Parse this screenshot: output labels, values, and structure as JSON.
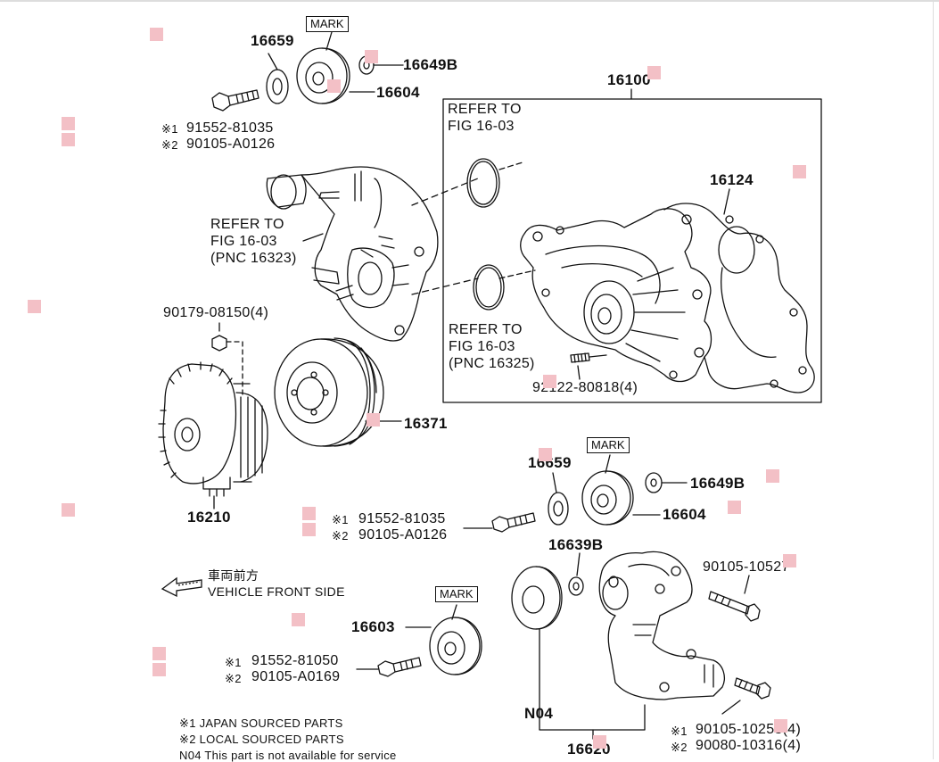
{
  "labels": {
    "p16659_top": "16659",
    "p16649b_top": "16649B",
    "p16604_top": "16604",
    "b1_top_1": "91552-81035",
    "b1_top_2": "90105-A0126",
    "p16100": "16100",
    "refer_fig_top_a": "REFER TO",
    "refer_fig_top_b": "FIG 16-03",
    "p16124": "16124",
    "refer_left_a": "REFER TO",
    "refer_left_b": "FIG 16-03",
    "refer_left_c": "(PNC 16323)",
    "p90179": "90179-08150(4)",
    "refer_bot_a": "REFER TO",
    "refer_bot_b": "FIG 16-03",
    "refer_bot_c": "(PNC 16325)",
    "p92122": "92122-80818(4)",
    "p16371": "16371",
    "p16210": "16210",
    "p16659_mid": "16659",
    "p16649b_mid": "16649B",
    "p16604_mid": "16604",
    "b1_mid_1": "91552-81035",
    "b1_mid_2": "90105-A0126",
    "p16639b": "16639B",
    "p90105_10527": "90105-10527",
    "vehicle_front_jp": "車両前方",
    "vehicle_front_en": "VEHICLE FRONT SIDE",
    "p16603": "16603",
    "b1_low_1": "91552-81050",
    "b1_low_2": "90105-A0169",
    "n04": "N04",
    "p16620": "16620",
    "b_br_1": "90105-10253(4)",
    "b_br_2": "90080-10316(4)",
    "note_1": "※1 JAPAN SOURCED PARTS",
    "note_2": "※2 LOCAL SOURCED PARTS",
    "note_3": "N04  This part is not available for service",
    "mark_1": "MARK",
    "mark_2": "MARK",
    "mark_3": "MARK",
    "sym1": "※1",
    "sym2": "※2"
  },
  "colors": {
    "line": "#111111",
    "hotspot": "#f3c0c6"
  }
}
